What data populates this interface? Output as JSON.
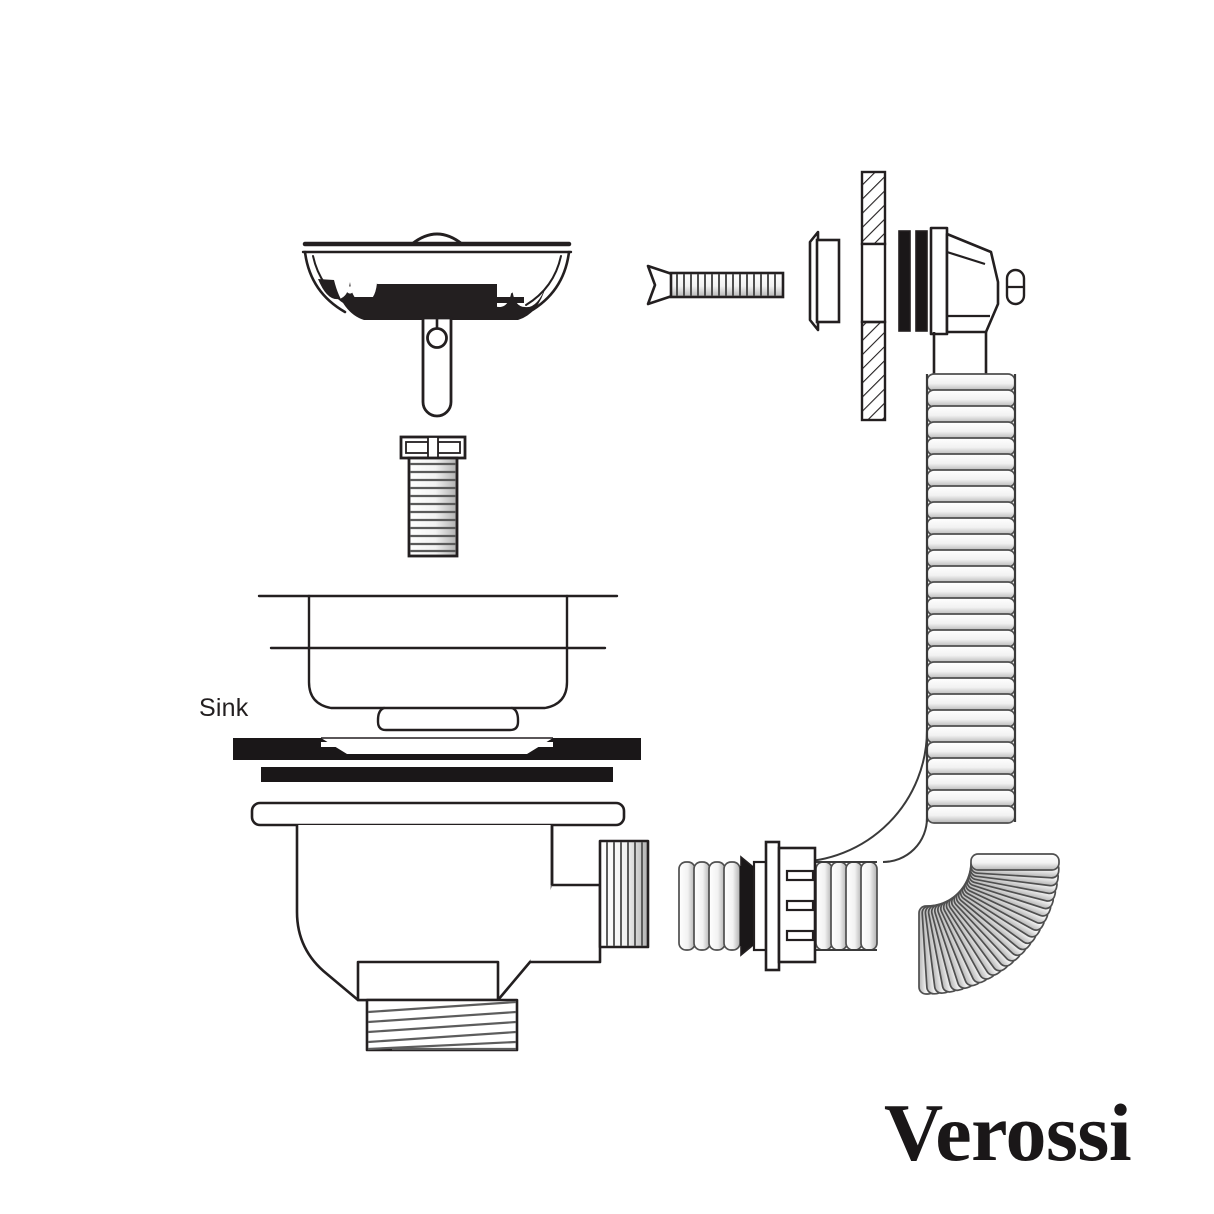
{
  "document": {
    "type": "exploded-assembly-diagram",
    "subject": "Kitchen sink basket strainer waste with overflow kit",
    "background_color": "#ffffff",
    "line_color": "#231f20",
    "fill_color": "#ffffff"
  },
  "labels": {
    "sink": "Sink"
  },
  "brand": {
    "name": "Verossi"
  },
  "parts": [
    {
      "id": "strainer-basket",
      "name": "Strainer basket with knob"
    },
    {
      "id": "basket-stem",
      "name": "Basket stem with ring"
    },
    {
      "id": "fixing-bolt",
      "name": "Threaded fixing bolt"
    },
    {
      "id": "flat-head-screw",
      "name": "Countersunk flat head screw"
    },
    {
      "id": "overflow-cover",
      "name": "Overflow cover plate"
    },
    {
      "id": "sink-wall",
      "name": "Hatched sink wall section with overflow hole"
    },
    {
      "id": "overflow-gasket-outer",
      "name": "Overflow gasket (outer)"
    },
    {
      "id": "overflow-gasket-inner",
      "name": "Overflow gasket (inner)"
    },
    {
      "id": "overflow-body",
      "name": "Overflow elbow body"
    },
    {
      "id": "overflow-screw-boss",
      "name": "Overflow screw boss"
    },
    {
      "id": "flexible-hose",
      "name": "Corrugated flexible overflow hose"
    },
    {
      "id": "sink-bowl",
      "name": "Sink bowl cross section"
    },
    {
      "id": "top-gasket",
      "name": "Tapered rubber gasket"
    },
    {
      "id": "flat-washer",
      "name": "Flat black washer"
    },
    {
      "id": "waste-body",
      "name": "Waste body with side outlet"
    },
    {
      "id": "waste-thread",
      "name": "Threaded waste outlet"
    },
    {
      "id": "hose-connector",
      "name": "Hose connector nut assembly"
    },
    {
      "id": "connector-gasket",
      "name": "Connector gasket"
    }
  ],
  "colors": {
    "outline": "#231f20",
    "gasket_black": "#1a1718",
    "shade_grey": "#8d8d8d",
    "light_grey": "#c9c9c9",
    "white": "#ffffff"
  }
}
